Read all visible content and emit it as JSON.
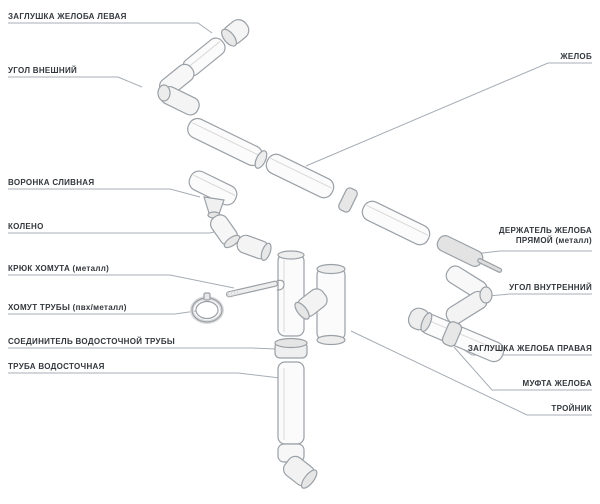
{
  "diagram": {
    "labels_left": [
      {
        "id": "gutter-end-cap-left",
        "text": "ЗАГЛУШКА ЖЕЛОБА ЛЕВАЯ"
      },
      {
        "id": "outer-corner",
        "text": "УГОЛ ВНЕШНИЙ"
      },
      {
        "id": "drain-funnel",
        "text": "ВОРОНКА СЛИВНАЯ"
      },
      {
        "id": "elbow",
        "text": "КОЛЕНО"
      },
      {
        "id": "clamp-hook",
        "text": "КРЮК ХОМУТА (металл)"
      },
      {
        "id": "pipe-clamp",
        "text": "ХОМУТ ТРУБЫ (пвх/металл)"
      },
      {
        "id": "downpipe-connector",
        "text": "СОЕДИНИТЕЛЬ ВОДОСТОЧНОЙ ТРУБЫ"
      },
      {
        "id": "downpipe",
        "text": "ТРУБА ВОДОСТОЧНАЯ"
      }
    ],
    "labels_right": [
      {
        "id": "gutter",
        "text": "ЖЕЛОБ"
      },
      {
        "id": "gutter-holder-straight",
        "text": "ДЕРЖАТЕЛЬ ЖЕЛОБА ПРЯМОЙ (металл)"
      },
      {
        "id": "inner-corner",
        "text": "УГОЛ ВНУТРЕННИЙ"
      },
      {
        "id": "gutter-end-cap-right",
        "text": "ЗАГЛУШКА ЖЕЛОБА ПРАВАЯ"
      },
      {
        "id": "gutter-coupling",
        "text": "МУФТА ЖЕЛОБА"
      },
      {
        "id": "tee",
        "text": "ТРОЙНИК"
      }
    ],
    "colors": {
      "background": "#ffffff",
      "leader_line": "#a7adb5",
      "label_text": "#33373c",
      "part_stroke": "#9aa0a6",
      "part_fill": "#fbfbfb"
    }
  }
}
